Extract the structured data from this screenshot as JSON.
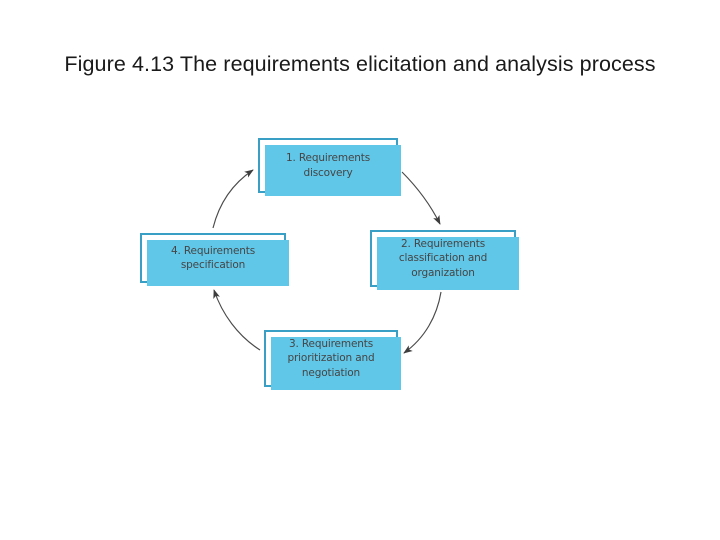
{
  "figure": {
    "title": "Figure 4.13 The requirements elicitation and analysis process",
    "background_color": "#ffffff",
    "title_color": "#1a1a1a"
  },
  "diagram": {
    "type": "cycle-process-diagram",
    "box_border_color": "#3a9fc4",
    "box_shadow_color": "#61c7e8",
    "box_fill_color": "#ffffff",
    "box_text_color": "#454545",
    "arrow_color": "#4a4a4a",
    "boxes": [
      {
        "id": "1",
        "label": "1. Requirements\ndiscovery",
        "position": "top"
      },
      {
        "id": "2",
        "label": "2. Requirements\nclassification and\norganization",
        "position": "right"
      },
      {
        "id": "3",
        "label": "3. Requirements\nprioritization and\nnegotiation",
        "position": "bottom"
      },
      {
        "id": "4",
        "label": "4. Requirements\nspecification",
        "position": "left"
      }
    ],
    "arrows": [
      {
        "id": "a1",
        "from": "1",
        "to": "2",
        "direction": "clockwise"
      },
      {
        "id": "a2",
        "from": "2",
        "to": "3",
        "direction": "clockwise"
      },
      {
        "id": "a3",
        "from": "3",
        "to": "4",
        "direction": "clockwise"
      },
      {
        "id": "a4",
        "from": "4",
        "to": "1",
        "direction": "clockwise"
      }
    ]
  }
}
